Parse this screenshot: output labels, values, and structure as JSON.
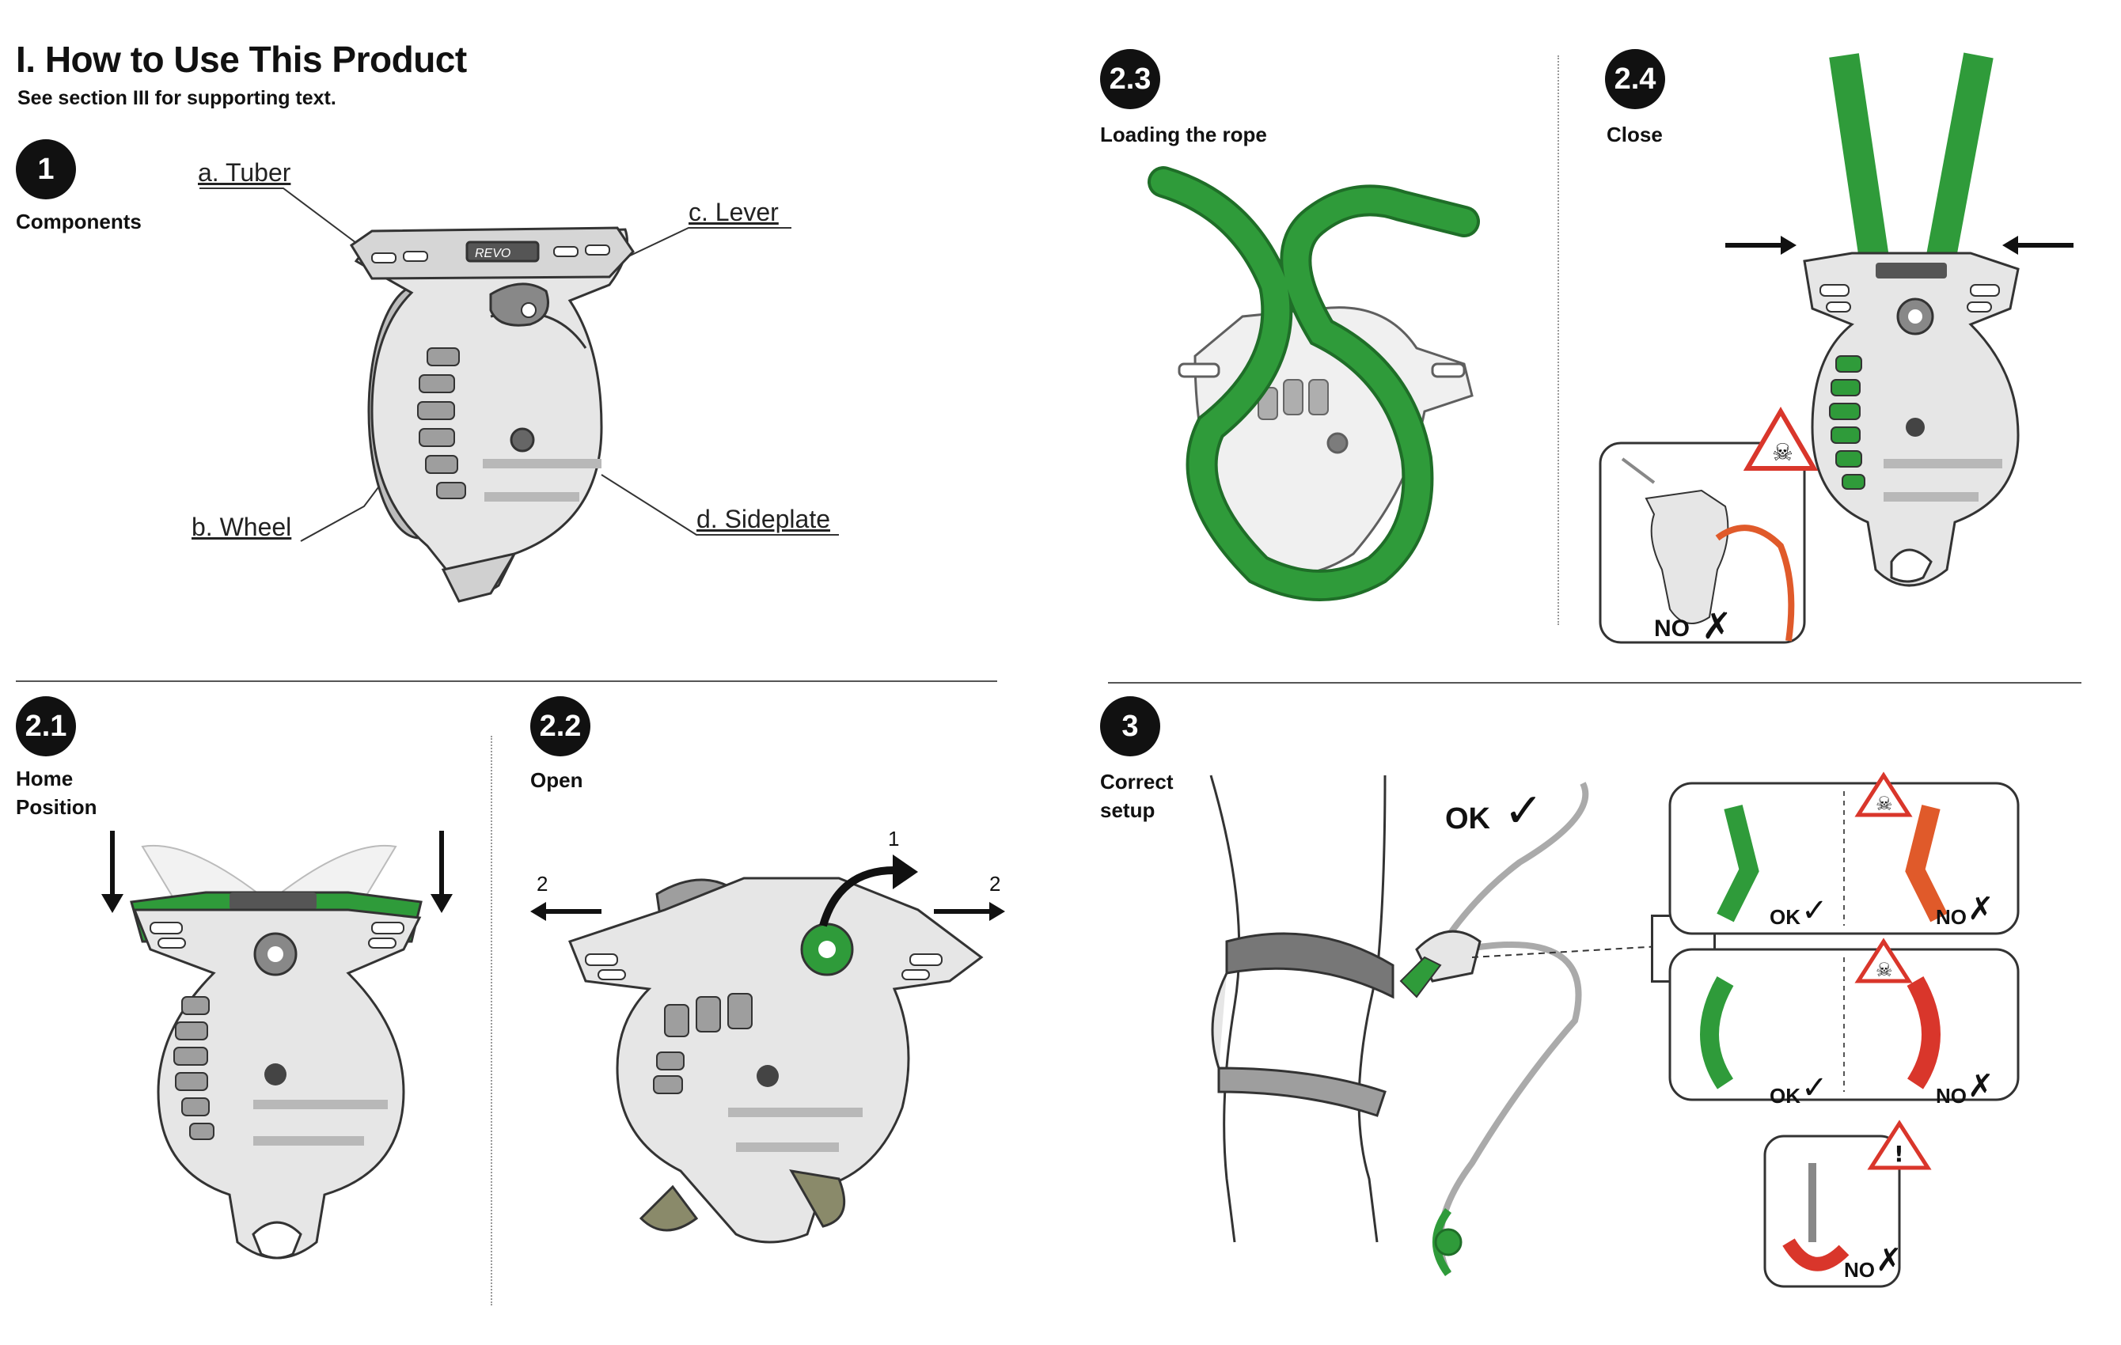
{
  "header": {
    "title": "I. How to Use This Product",
    "subtitle": "See section III for supporting text."
  },
  "section1": {
    "badge": "1",
    "label": "Components",
    "callouts": {
      "tuber": "a. Tuber",
      "lever": "c. Lever",
      "wheel": "b. Wheel",
      "sideplate": "d. Sideplate"
    }
  },
  "section23": {
    "badge": "2.3",
    "label": "Loading the rope"
  },
  "section24": {
    "badge": "2.4",
    "label": "Close",
    "no_label": "NO"
  },
  "section21": {
    "badge": "2.1",
    "label_line1": "Home",
    "label_line2": "Position"
  },
  "section22": {
    "badge": "2.2",
    "label": "Open",
    "arrow_lever": "1",
    "arrow_left": "2",
    "arrow_right": "2"
  },
  "section3": {
    "badge": "3",
    "label_line1": "Correct",
    "label_line2": "setup",
    "ok_main": "OK",
    "panels": {
      "ok1": "OK",
      "no1": "NO",
      "ok2": "OK",
      "no2": "NO",
      "no3": "NO"
    }
  },
  "device_brand": "REVO",
  "colors": {
    "rope_green": "#2f9b3a",
    "device_grey": "#d9d9d9",
    "warn_red": "#d9362b",
    "rope_orange": "#e05a2a"
  }
}
